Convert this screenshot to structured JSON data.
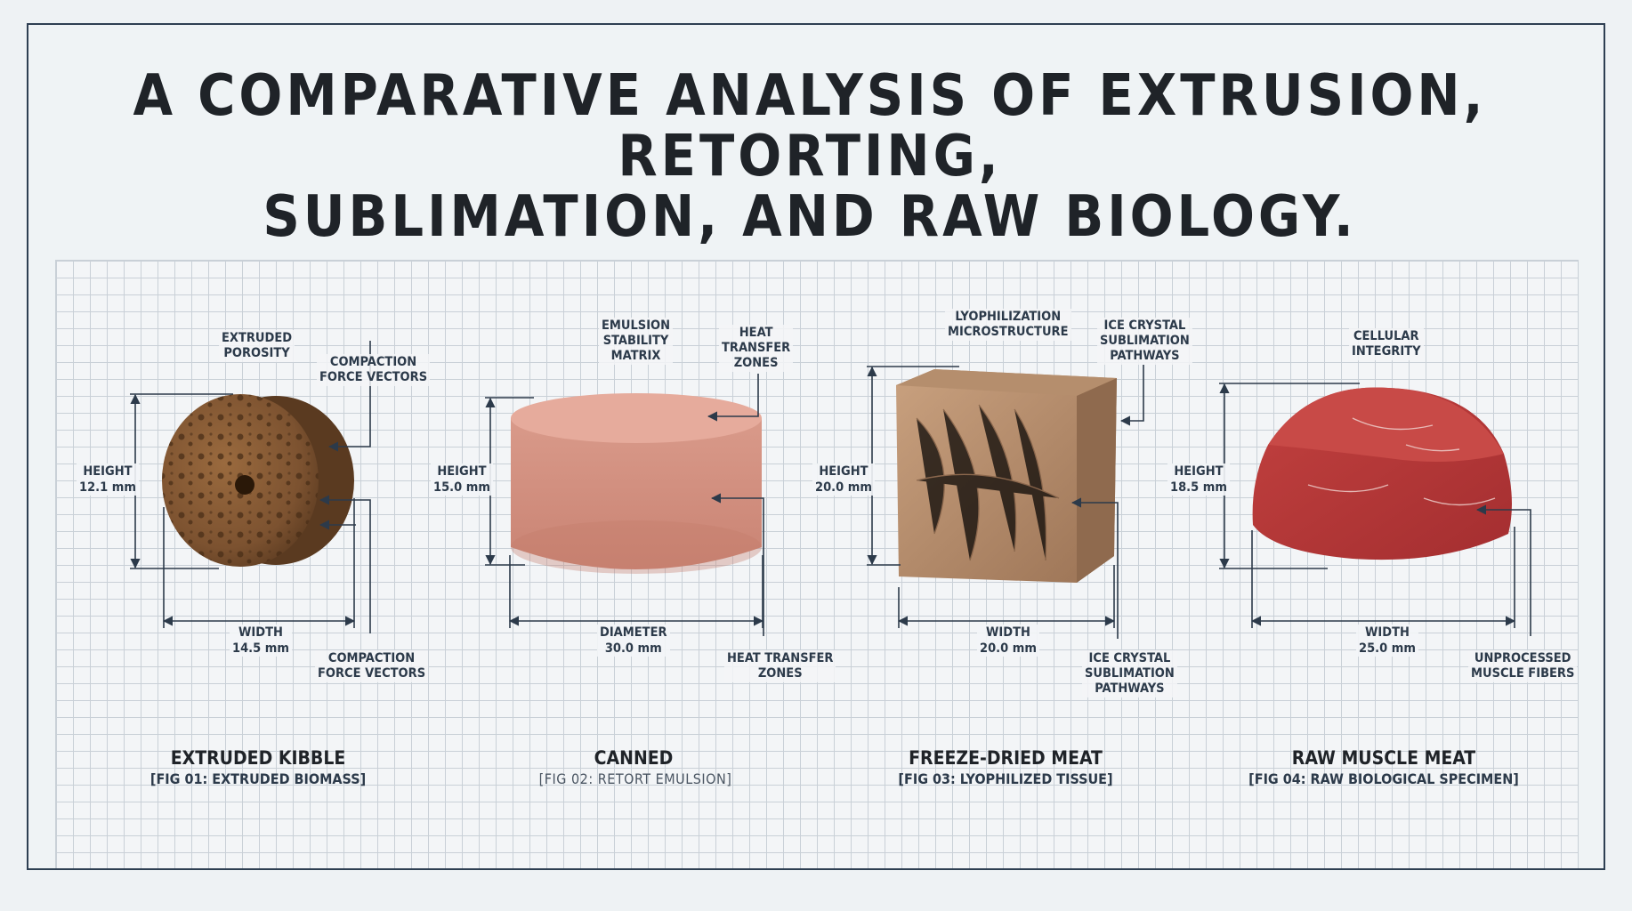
{
  "title": {
    "line1": "A COMPARATIVE ANALYSIS OF EXTRUSION, RETORTING,",
    "line2": "SUBLIMATION, AND RAW BIOLOGY."
  },
  "specimens": [
    {
      "name": "EXTRUDED KIBBLE",
      "fig": "[FIG 01: EXTRUDED BIOMASS]",
      "height_label": "HEIGHT\n12.1 mm",
      "width_label": "WIDTH\n14.5 mm",
      "callouts": [
        "EXTRUDED\nPOROSITY",
        "COMPACTION\nFORCE VECTORS",
        "COMPACTION\nFORCE VECTORS"
      ]
    },
    {
      "name": "CANNED",
      "fig": "[FIG 02: RETORT EMULSION]",
      "height_label": "HEIGHT\n15.0 mm",
      "width_label": "DIAMETER\n30.0 mm",
      "callouts": [
        "EMULSION\nSTABILITY\nMATRIX",
        "HEAT\nTRANSFER\nZONES",
        "HEAT TRANSFER\nZONES"
      ]
    },
    {
      "name": "FREEZE-DRIED MEAT",
      "fig": "[FIG 03: LYOPHILIZED TISSUE]",
      "height_label": "HEIGHT\n20.0 mm",
      "width_label": "WIDTH\n20.0 mm",
      "callouts": [
        "LYOPHILIZATION\nMICROSTRUCTURE",
        "ICE CRYSTAL\nSUBLIMATION\nPATHWAYS",
        "ICE CRYSTAL\nSUBLIMATION\nPATHWAYS"
      ]
    },
    {
      "name": "RAW MUSCLE MEAT",
      "fig": "[FIG 04: RAW BIOLOGICAL SPECIMEN]",
      "height_label": "HEIGHT\n18.5 mm",
      "width_label": "WIDTH\n25.0 mm",
      "callouts": [
        "CELLULAR\nINTEGRITY",
        "UNPROCESSED\nMUSCLE FIBERS"
      ]
    }
  ]
}
